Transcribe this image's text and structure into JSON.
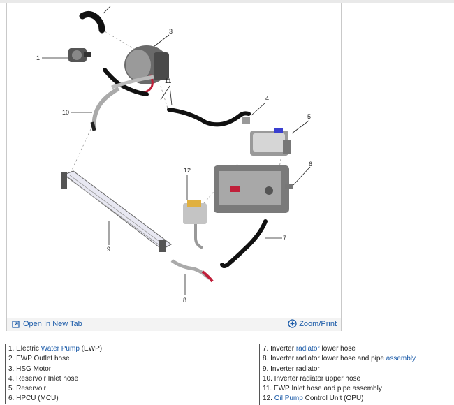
{
  "figure": {
    "callouts": [
      "1",
      "3",
      "4",
      "5",
      "6",
      "7",
      "8",
      "9",
      "10",
      "11",
      "12"
    ],
    "toolbar": {
      "open_new_tab": "Open In New Tab",
      "zoom_print": "Zoom/Print"
    },
    "colors": {
      "link": "#1a5aa8",
      "hose": "#111111",
      "accent_red": "#c0203a",
      "reservoir_cap": "#3a3fd0"
    }
  },
  "legend": {
    "left": [
      {
        "prefix": "1. Electric ",
        "link": "Water Pump",
        "suffix": " (EWP)"
      },
      {
        "prefix": "2. EWP Outlet hose",
        "link": "",
        "suffix": ""
      },
      {
        "prefix": "3. HSG Motor",
        "link": "",
        "suffix": ""
      },
      {
        "prefix": "4. Reservoir Inlet hose",
        "link": "",
        "suffix": ""
      },
      {
        "prefix": "5. Reservoir",
        "link": "",
        "suffix": ""
      },
      {
        "prefix": "6. HPCU (MCU)",
        "link": "",
        "suffix": ""
      }
    ],
    "right": [
      {
        "prefix": "7. Inverter ",
        "link": "radiator",
        "suffix": " lower hose"
      },
      {
        "prefix": "8. Inverter radiator lower hose and pipe ",
        "link": "assembly",
        "suffix": ""
      },
      {
        "prefix": "9. Inverter radiator",
        "link": "",
        "suffix": ""
      },
      {
        "prefix": "10. Inverter radiator upper hose",
        "link": "",
        "suffix": ""
      },
      {
        "prefix": "11. EWP Inlet hose and pipe assembly",
        "link": "",
        "suffix": ""
      },
      {
        "prefix": "12. ",
        "link": "Oil Pump",
        "suffix": " Control Unit (OPU)"
      }
    ]
  }
}
